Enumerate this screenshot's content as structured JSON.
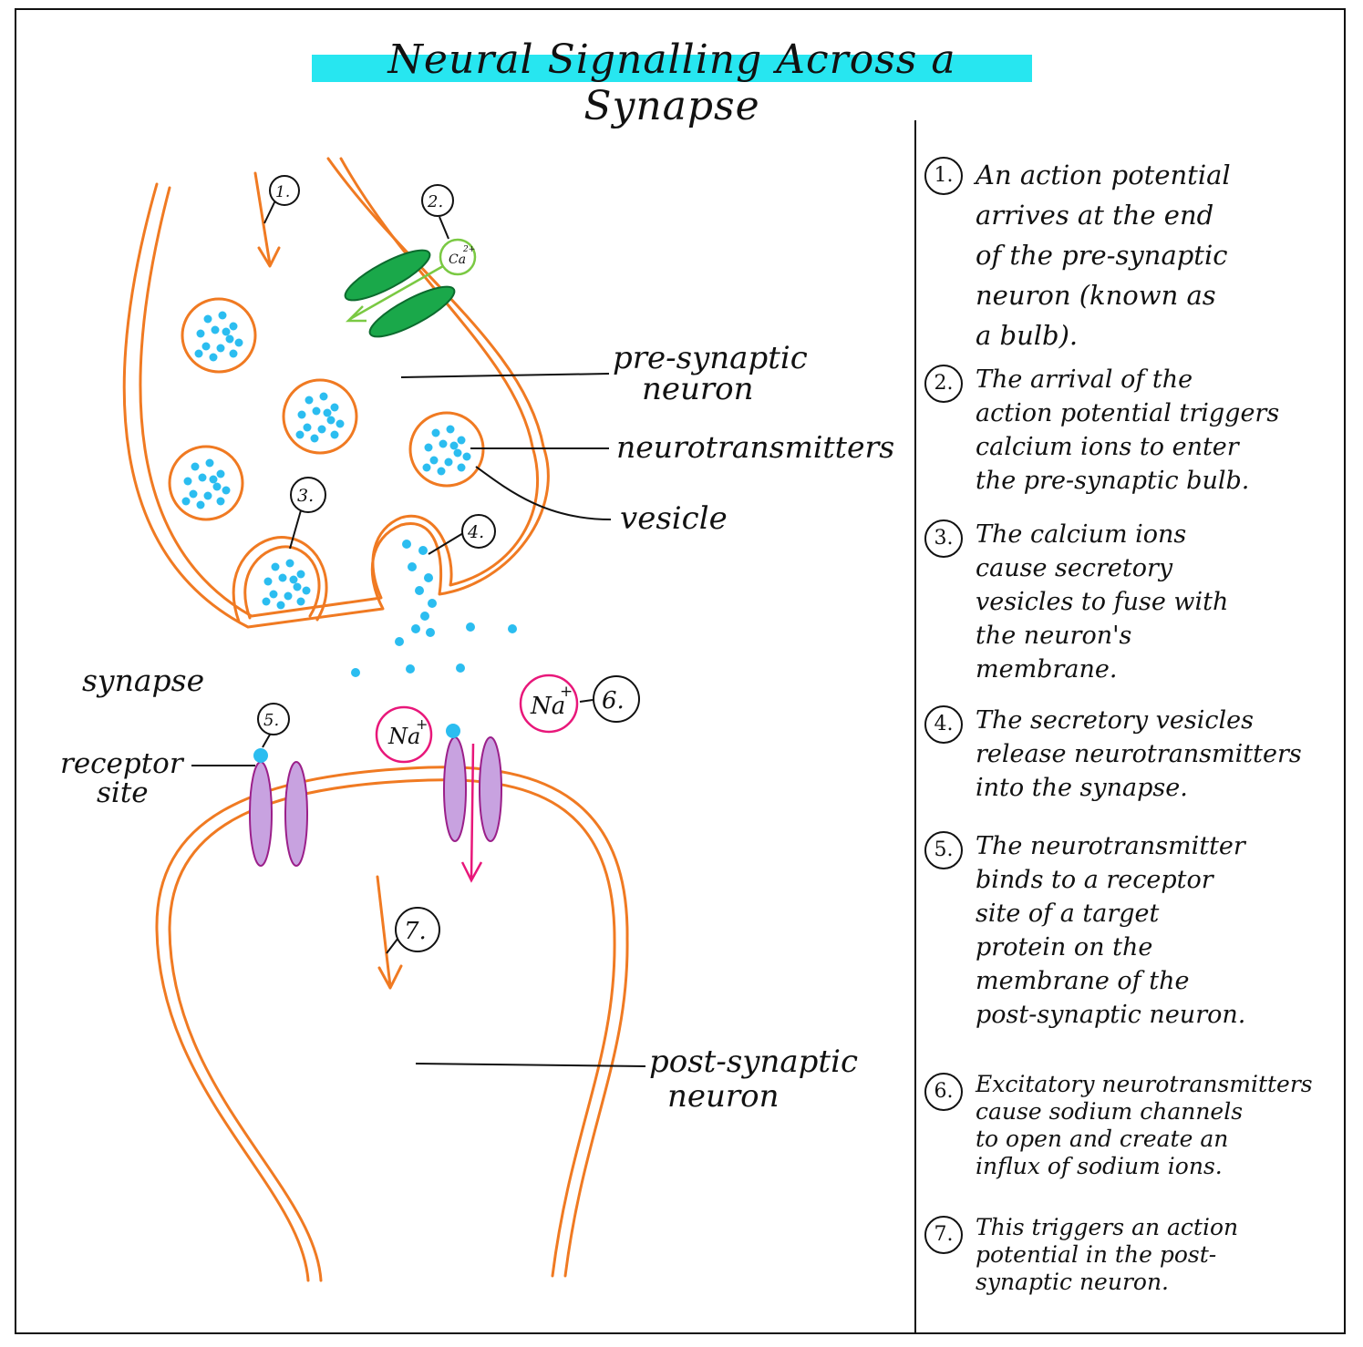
{
  "title": "Neural Signalling Across a Synapse",
  "colors": {
    "membrane": "#f07a22",
    "highlight": "#27e6f0",
    "neurotransmitter": "#2bbdf0",
    "calcium_channel": "#1aa84a",
    "calcium": "#7ac943",
    "sodium": "#e8177a",
    "receptor": "#c8a2e0",
    "receptor_outline": "#9b1f8a"
  },
  "labels": {
    "pre_synaptic_line1": "pre-synaptic",
    "pre_synaptic_line2": "neuron",
    "neurotransmitters": "neurotransmitters",
    "vesicle": "vesicle",
    "synapse": "synapse",
    "receptor_line1": "receptor",
    "receptor_line2": "site",
    "post_synaptic_line1": "post-synaptic",
    "post_synaptic_line2": "neuron",
    "calcium": "Ca",
    "calcium_charge": "2+",
    "sodium": "Na",
    "sodium_charge": "+"
  },
  "markers": [
    "1.",
    "2.",
    "3.",
    "4.",
    "5.",
    "6.",
    "7."
  ],
  "steps": [
    {
      "num": "1.",
      "lines": [
        "An action potential",
        "arrives at the end",
        "of the pre-synaptic",
        "neuron (known as",
        "a bulb)."
      ]
    },
    {
      "num": "2.",
      "lines": [
        "The arrival of the",
        "action potential triggers",
        "calcium ions to enter",
        "the pre-synaptic bulb."
      ]
    },
    {
      "num": "3.",
      "lines": [
        "The calcium ions",
        "cause secretory",
        "vesicles to fuse with",
        "the neuron's",
        "membrane."
      ]
    },
    {
      "num": "4.",
      "lines": [
        "The secretory vesicles",
        "release neurotransmitters",
        "into the synapse."
      ]
    },
    {
      "num": "5.",
      "lines": [
        "The neurotransmitter",
        "binds to a receptor",
        "site of a target",
        "protein on the",
        "membrane of the",
        "post-synaptic neuron."
      ]
    },
    {
      "num": "6.",
      "lines": [
        "Excitatory neurotransmitters",
        "cause sodium channels",
        "to open and create an",
        "influx of sodium ions."
      ]
    },
    {
      "num": "7.",
      "lines": [
        "This triggers an action",
        "potential in the post-",
        "synaptic neuron."
      ]
    }
  ]
}
